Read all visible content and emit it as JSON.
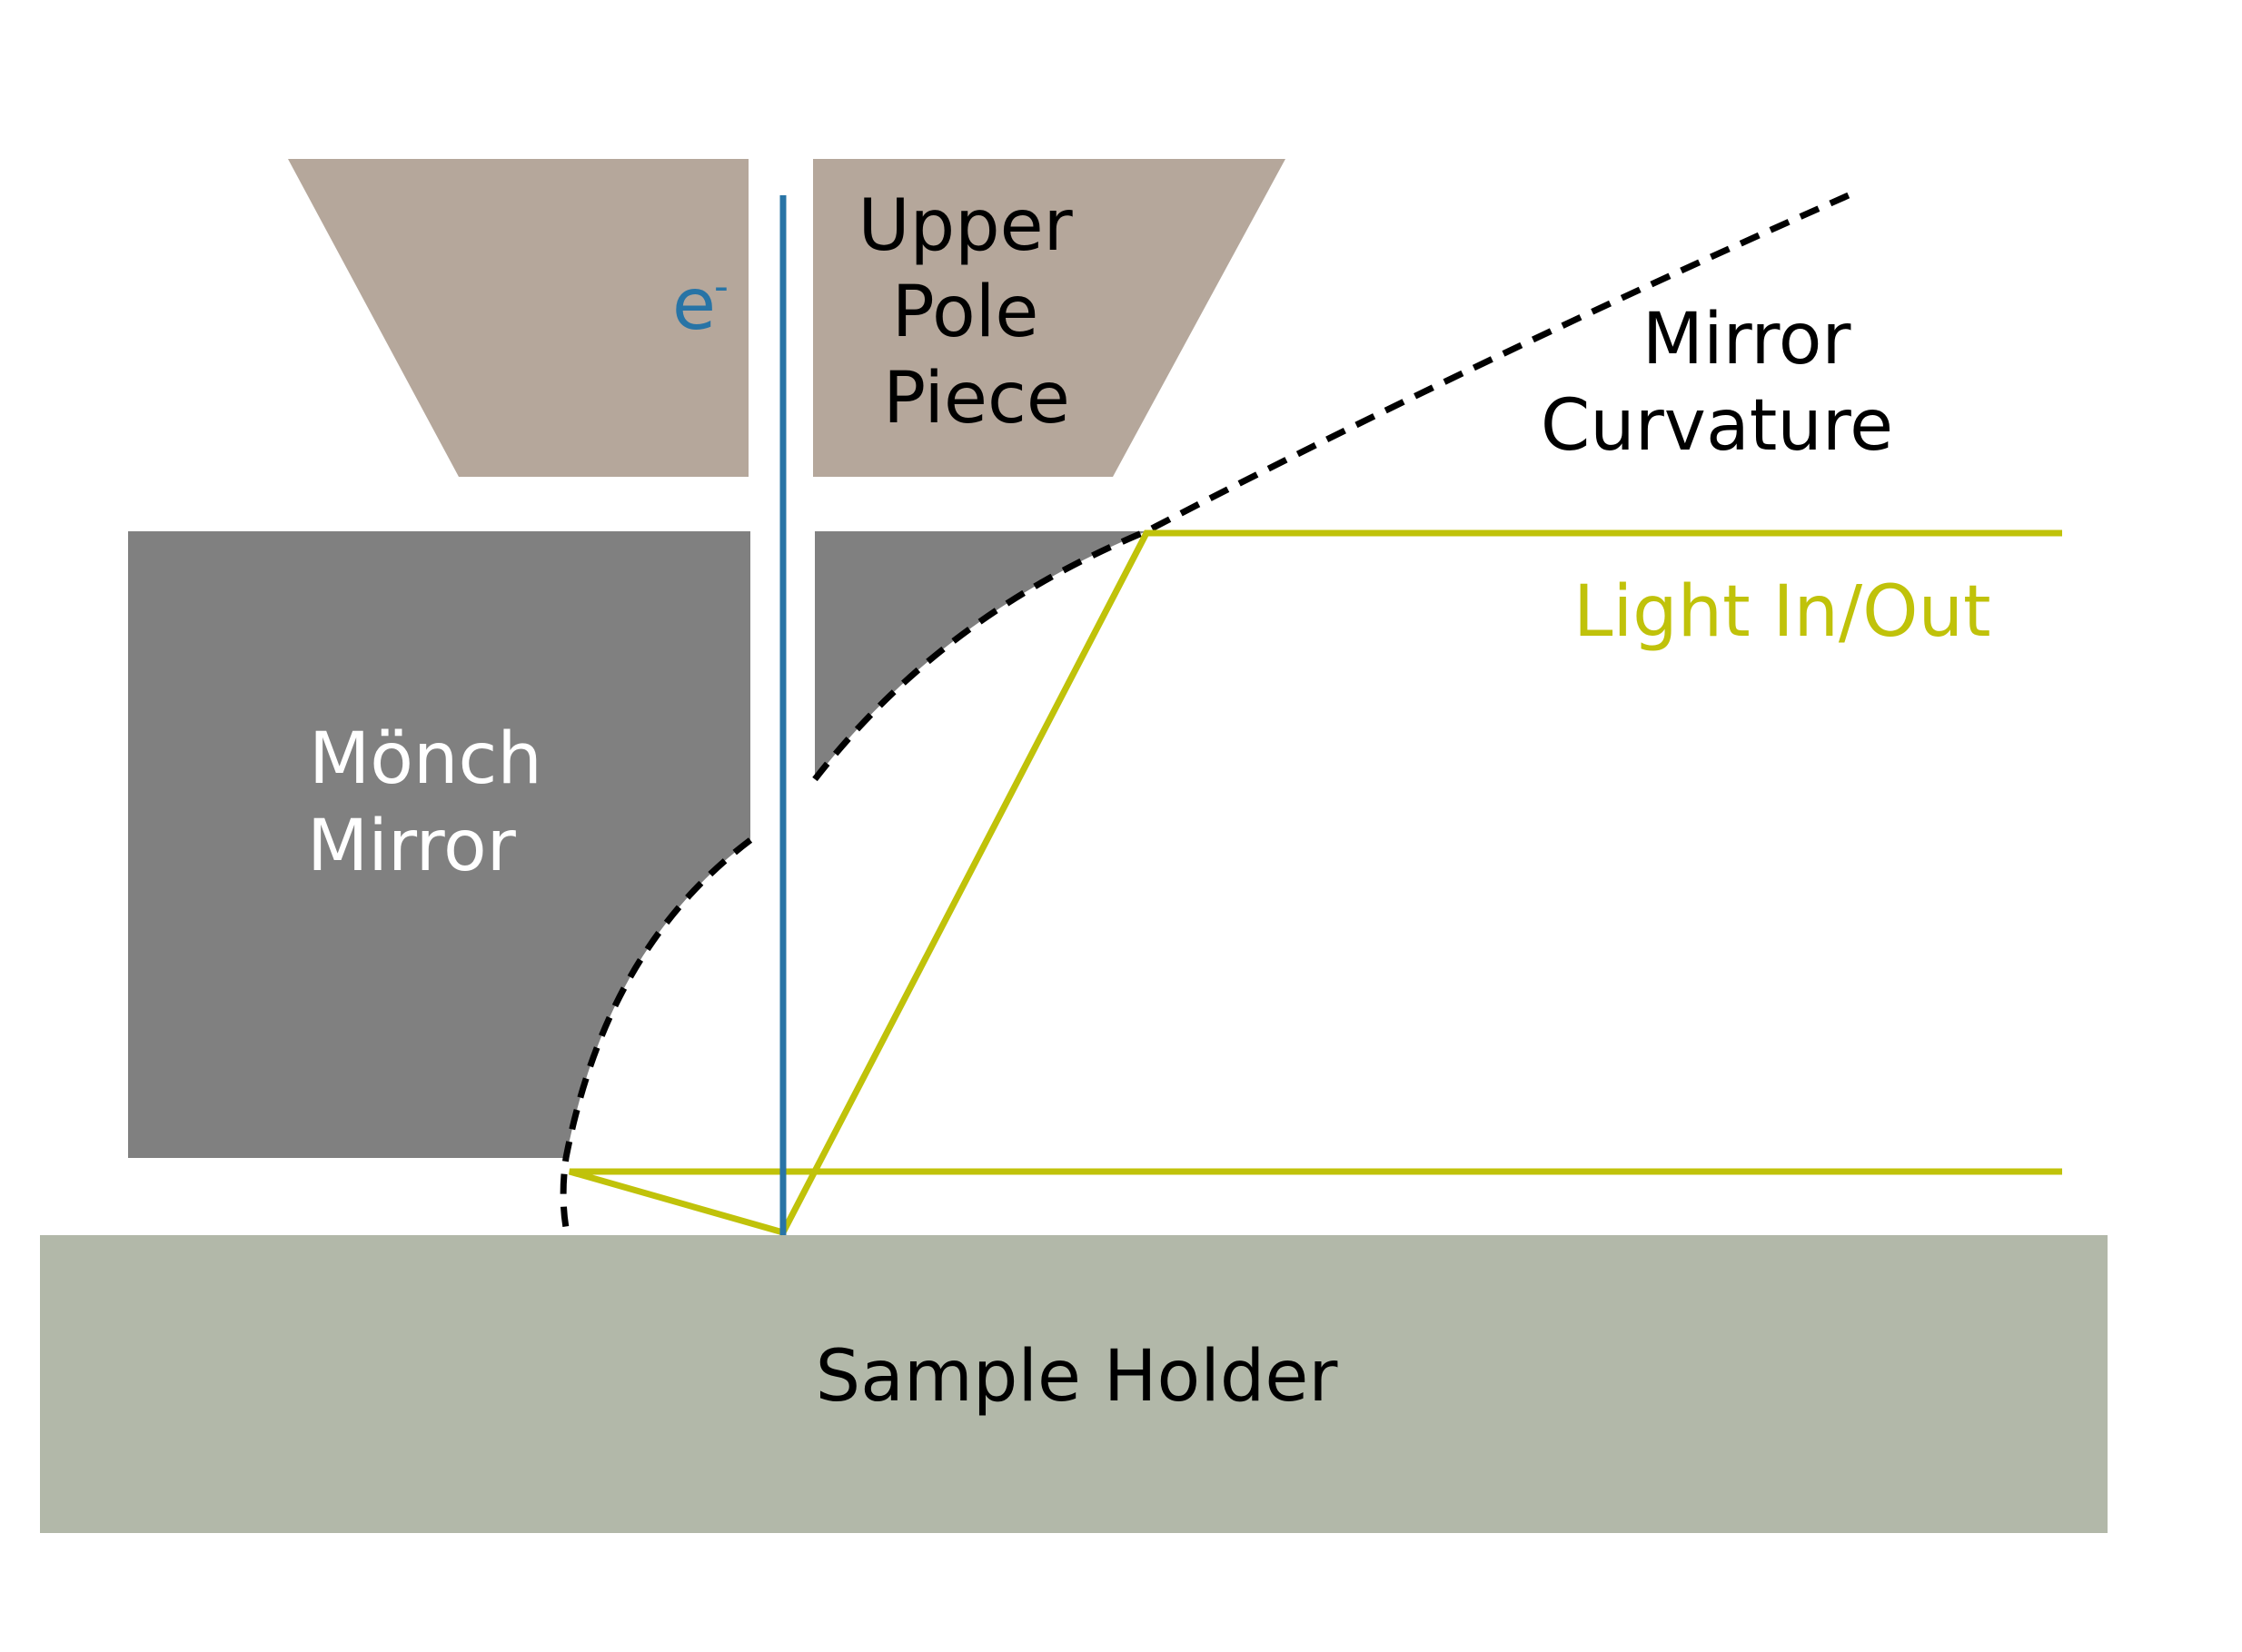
{
  "labels": {
    "upper_pole_piece": [
      "Upper",
      "Pole",
      "Piece"
    ],
    "monch_mirror": [
      "Mönch",
      "Mirror"
    ],
    "mirror_curvature": [
      "Mirror",
      "Curvature"
    ],
    "light": "Light In/Out",
    "electron": "e",
    "electron_sup": "-",
    "sample_holder": "Sample Holder"
  },
  "colors": {
    "pole_piece": "#b5a79b",
    "mirror": "#808080",
    "sample_holder": "#b2b8a9",
    "beam": "#2874a6",
    "light": "#c0c20a",
    "curvature": "#000000",
    "label_dark": "#000000",
    "label_light": "#ffffff"
  }
}
